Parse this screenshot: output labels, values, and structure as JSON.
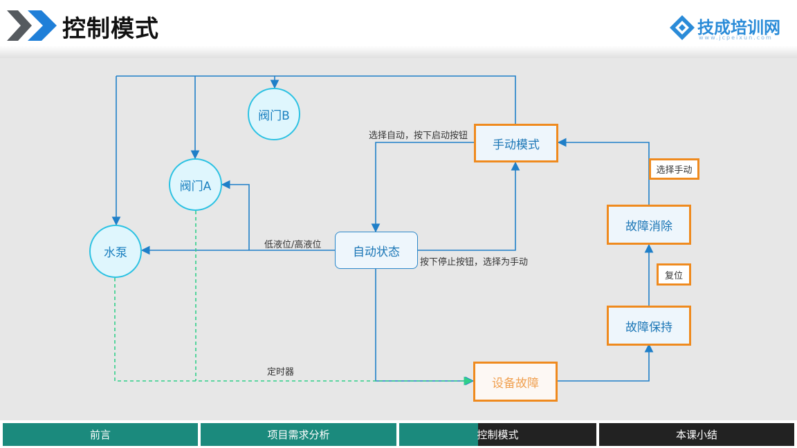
{
  "header": {
    "title": "控制模式",
    "logo_text": "技成培训网",
    "logo_url": "www.jcpeixun.com"
  },
  "nodes": {
    "valve_b": "阀门B",
    "valve_a": "阀门A",
    "pump": "水泵",
    "auto_state": "自动状态",
    "manual_mode": "手动模式",
    "fault_clear": "故障消除",
    "fault_hold": "故障保持",
    "device_fault": "设备故障"
  },
  "tags": {
    "select_manual": "选择手动",
    "reset": "复位"
  },
  "labels": {
    "select_auto": "选择自动，按下启动按钮",
    "low_high_level": "低液位/高液位",
    "stop_button": "按下停止按钮，选择为手动",
    "timer": "定时器"
  },
  "nav": {
    "items": [
      "前言",
      "项目需求分析",
      "控制模式",
      "本课小结"
    ]
  },
  "colors": {
    "arrow_blue": "#1f7fc8",
    "dashed_green": "#2fcf8a",
    "orange_border": "#ef8a1e",
    "nav_teal": "#1b8a7d",
    "nav_dark": "#222222"
  }
}
